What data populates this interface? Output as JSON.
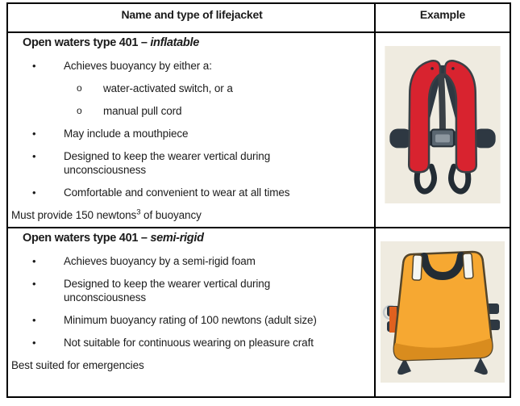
{
  "header": {
    "name_type_label": "Name and type of lifejacket",
    "example_label": "Example"
  },
  "glyphs": {
    "bullet": "•",
    "circle": "o"
  },
  "rows": [
    {
      "title": "Open waters type 401",
      "title_separator": "–",
      "variant": "inflatable",
      "items": [
        {
          "level": 1,
          "text": "Achieves buoyancy by either a:"
        },
        {
          "level": 2,
          "text": "water-activated switch, or a"
        },
        {
          "level": 2,
          "text": "manual pull cord"
        },
        {
          "level": 1,
          "text": "May include a mouthpiece"
        },
        {
          "level": 1,
          "text": "Designed to keep the wearer vertical during\nunconsciousness"
        },
        {
          "level": 1,
          "text": "Comfortable and convenient to wear at all times"
        }
      ],
      "note": {
        "text": "Must provide 150 newtons",
        "superscript": "3",
        "text_after": " of buoyancy"
      },
      "image": "red inflatable lifejacket illustration"
    },
    {
      "title": "Open waters type 401",
      "title_separator": "–",
      "variant": "semi-rigid",
      "items": [
        {
          "level": 1,
          "text": "Achieves buoyancy by a semi-rigid foam"
        },
        {
          "level": 1,
          "text": "Designed to keep the wearer vertical during\nunconsciousness"
        },
        {
          "level": 1,
          "text": "Minimum buoyancy rating of 100 newtons (adult size)"
        },
        {
          "level": 1,
          "text": "Not suitable for continuous wearing on pleasure craft"
        }
      ],
      "note": {
        "text": "Best suited for emergencies",
        "superscript": "",
        "text_after": ""
      },
      "image": "yellow semi-rigid lifejacket illustration"
    }
  ],
  "colors": {
    "border": "#000000",
    "text": "#1b1b1b",
    "jacket_red": "#d8232f",
    "jacket_yellow": "#f6a832",
    "jacket_yellow_shade": "#d98c1e",
    "strap_dark": "#2e3842",
    "image_background": "#efebe0"
  }
}
